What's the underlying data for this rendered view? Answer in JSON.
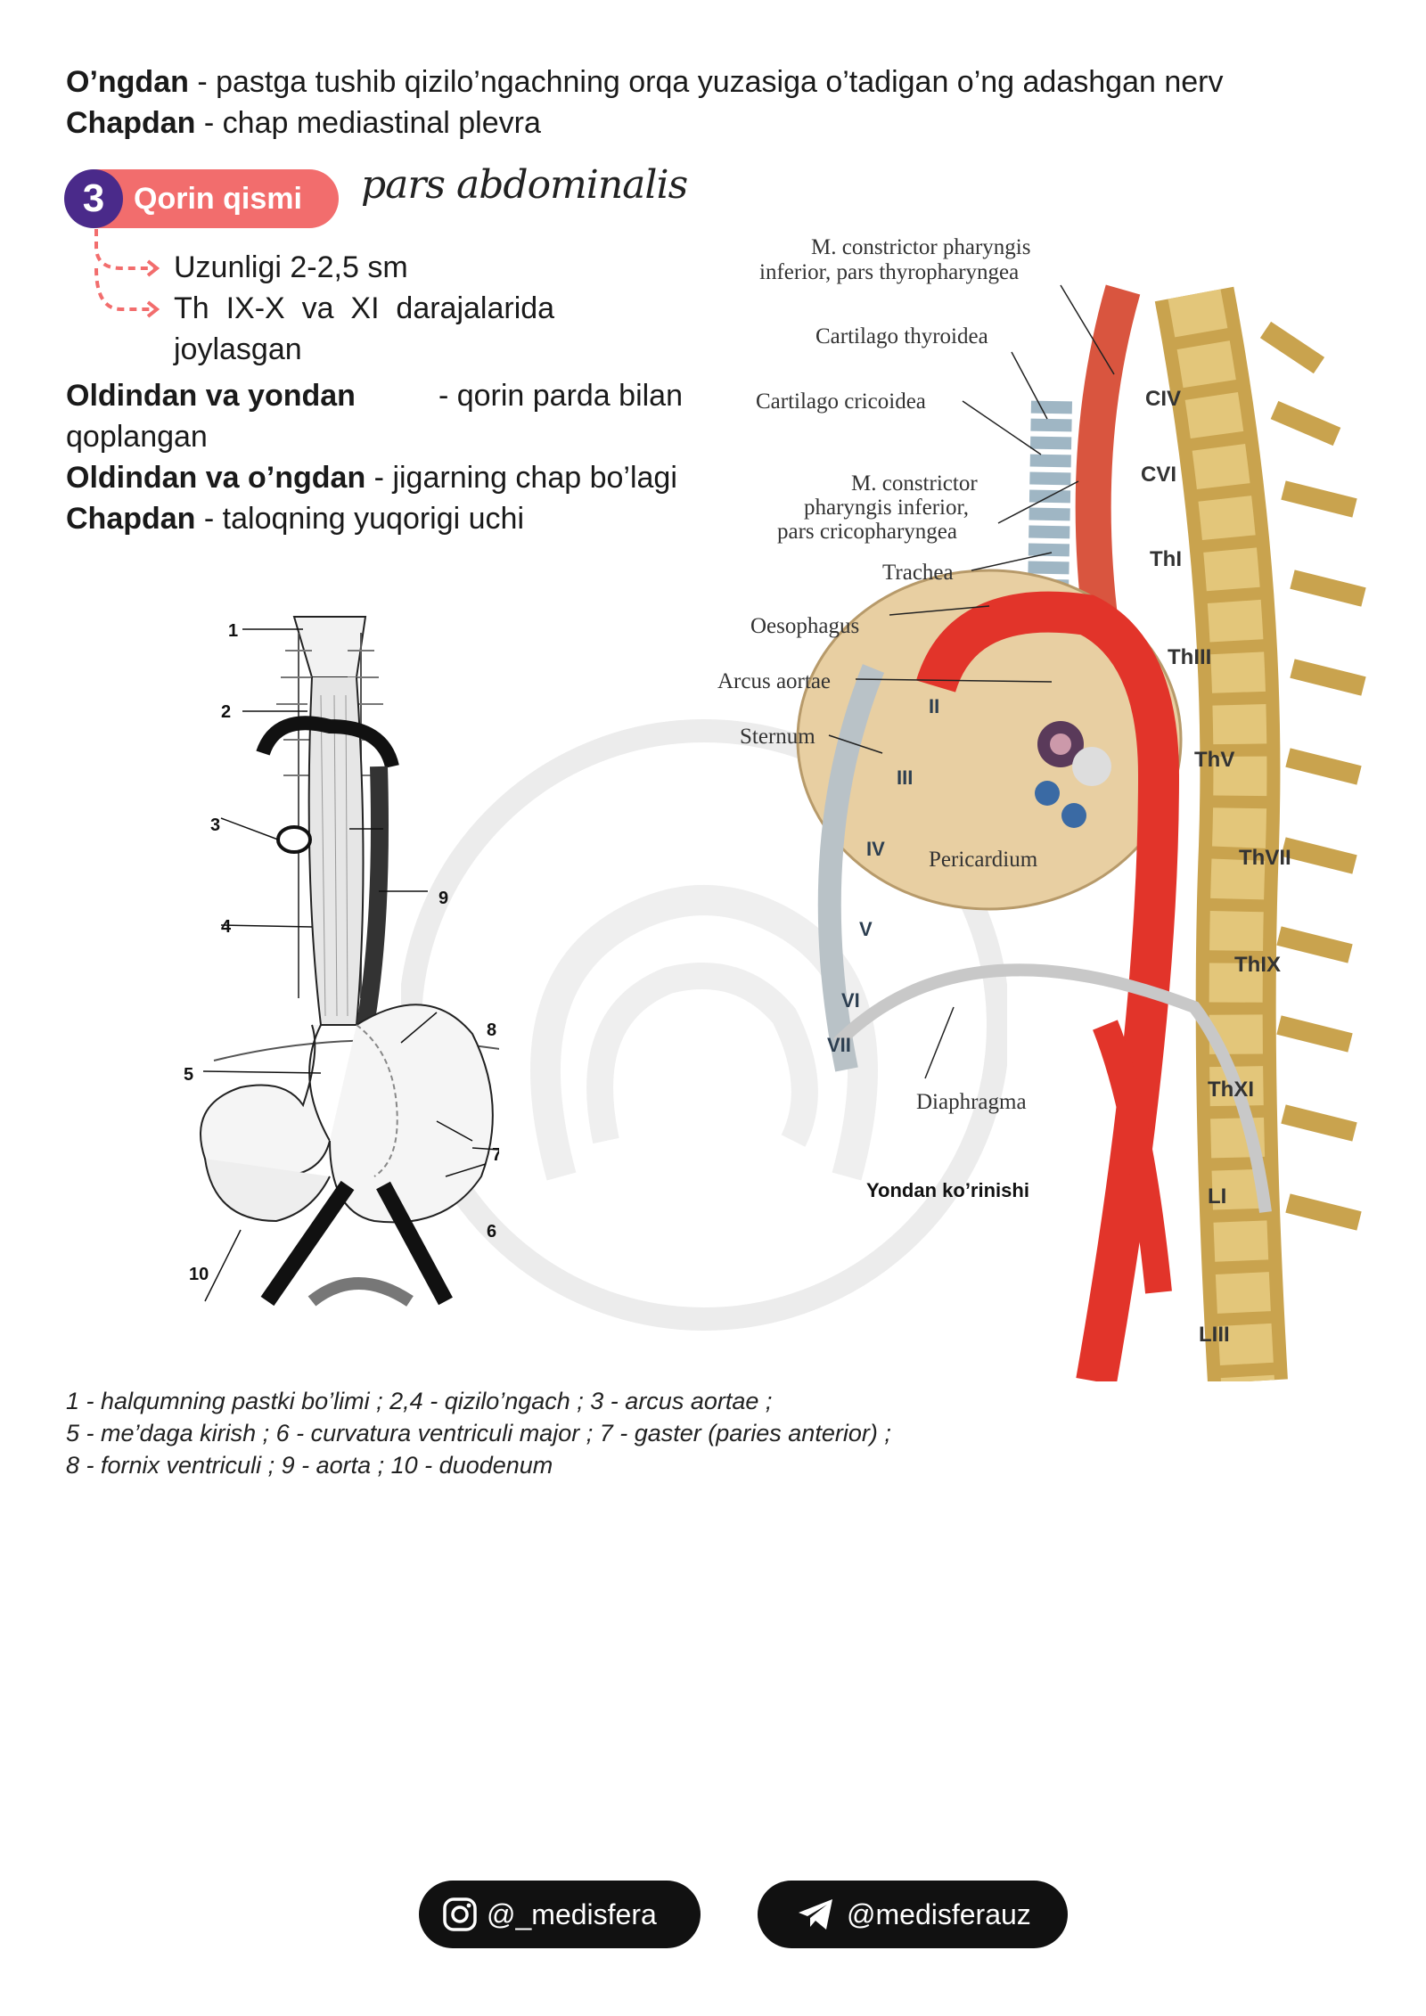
{
  "intro": {
    "line1_bold": "O’ngdan",
    "line1_rest": " - pastga tushib qizilo’ngachning orqa yuzasiga o’tadigan o’ng adashgan nerv",
    "line2_bold": "Chapdan",
    "line2_rest": " - chap mediastinal plevra"
  },
  "section": {
    "number": "3",
    "title": "Qorin qismi",
    "latin": "pars abdominalis",
    "bullet1": "Uzunligi 2-2,5 sm",
    "bullet2_line1": "Th  IX-X  va  XI  darajalarida",
    "bullet2_line2": "joylasgan"
  },
  "relations": {
    "r1_bold": "Oldindan va yondan",
    "r1_rest": " - qorin parda bilan",
    "r1_cont": "qoplangan",
    "r2_bold": "Oldindan va o’ngdan",
    "r2_rest": " - jigarning chap bo’lagi",
    "r3_bold": "Chapdan",
    "r3_rest": " - taloqning yuqorigi uchi"
  },
  "left_figure": {
    "numbers": [
      "1",
      "2",
      "3",
      "4",
      "5",
      "6",
      "7",
      "8",
      "9",
      "10"
    ]
  },
  "right_figure": {
    "labels": {
      "constrictor_thyro_1": "M. constrictor pharyngis",
      "constrictor_thyro_2": "inferior, pars thyropharyngea",
      "cart_thyroidea": "Cartilago thyroidea",
      "cart_cricoidea": "Cartilago cricoidea",
      "constrictor_crico_1": "M. constrictor",
      "constrictor_crico_2": "pharyngis inferior,",
      "constrictor_crico_3": "pars  cricopharyngea",
      "trachea": "Trachea",
      "oesophagus": "Oesophagus",
      "arcus": "Arcus aortae",
      "sternum": "Sternum",
      "pericardium": "Pericardium",
      "diaphragma": "Diaphragma"
    },
    "ribs": [
      "II",
      "III",
      "IV",
      "V",
      "VI",
      "VII"
    ],
    "vertebrae": [
      "CIV",
      "CVI",
      "ThI",
      "ThIII",
      "ThV",
      "ThVII",
      "ThIX",
      "ThXI",
      "LI",
      "LIII"
    ],
    "view_caption": "Yondan ko’rinishi"
  },
  "legend": {
    "line1": "1 - halqumning pastki bo’limi ; 2,4 - qizilo’ngach ;  3 - arcus aortae ;",
    "line2": "5 - me’daga kirish ; 6 - curvatura ventriculi major ; 7 - gaster (paries anterior) ;",
    "line3": "8 - fornix ventriculi ; 9 - aorta ; 10 - duodenum"
  },
  "footer": {
    "instagram": "@_medisfera",
    "telegram": "@medisferauz"
  },
  "colors": {
    "badge_circle": "#4a2a8a",
    "badge_pill": "#f26d6d",
    "arrow": "#f26d6d",
    "footer_bg": "#111111"
  }
}
